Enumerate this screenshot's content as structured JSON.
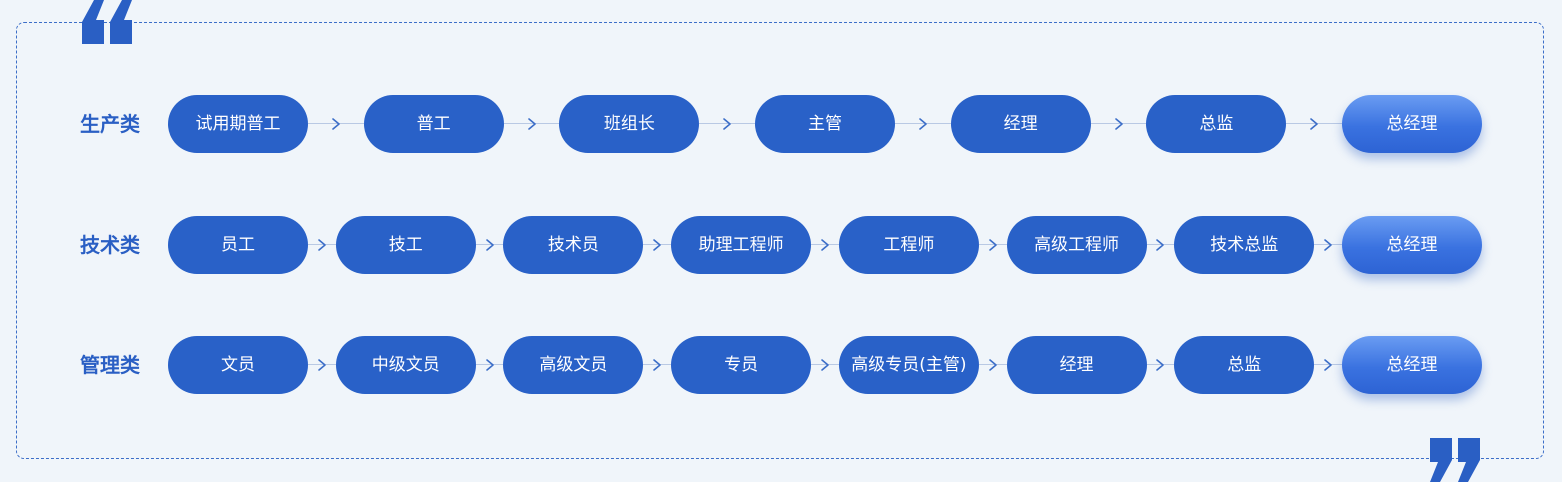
{
  "colors": {
    "accent": "#2961c8",
    "label": "#2a5fc4",
    "background": "#f0f5fa",
    "connector": "#b9c9e4"
  },
  "decor": {
    "open_quote_icon": "open-quote-icon",
    "close_quote_icon": "close-quote-icon",
    "step_arrow_icon": "chevron-right-icon"
  },
  "rows": [
    {
      "label": "生产类",
      "steps": [
        "试用期普工",
        "普工",
        "班组长",
        "主管",
        "经理",
        "总监",
        "总经理"
      ]
    },
    {
      "label": "技术类",
      "steps": [
        "员工",
        "技工",
        "技术员",
        "助理工程师",
        "工程师",
        "高级工程师",
        "技术总监",
        "总经理"
      ]
    },
    {
      "label": "管理类",
      "steps": [
        "文员",
        "中级文员",
        "高级文员",
        "专员",
        "高级专员(主管)",
        "经理",
        "总监",
        "总经理"
      ]
    }
  ]
}
